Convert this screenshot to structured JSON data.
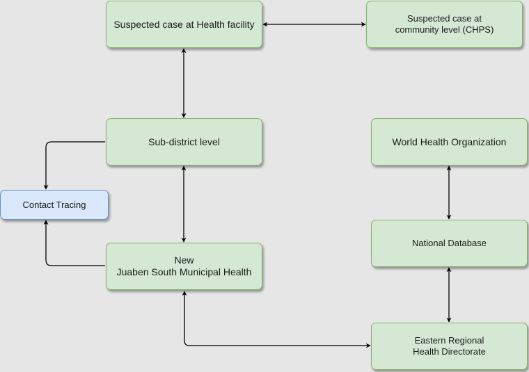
{
  "diagram": {
    "nodes": {
      "facility": {
        "label": "Suspected case at Health facility"
      },
      "chps": {
        "label": "Suspected case at\ncommunity level (CHPS)"
      },
      "subdist": {
        "label": "Sub-district level"
      },
      "who": {
        "label": "World Health Organization"
      },
      "contact": {
        "label": "Contact Tracing"
      },
      "municipal": {
        "label": "New\nJuaben South Municipal Health"
      },
      "national": {
        "label": "National Database"
      },
      "eastern": {
        "label": "Eastern Regional\nHealth Directorate"
      }
    },
    "edges": [
      {
        "from": "facility",
        "to": "chps",
        "direction": "both"
      },
      {
        "from": "facility",
        "to": "subdist",
        "direction": "both"
      },
      {
        "from": "subdist",
        "to": "municipal",
        "direction": "both"
      },
      {
        "from": "subdist",
        "to": "contact",
        "direction": "forward"
      },
      {
        "from": "municipal",
        "to": "contact",
        "direction": "forward"
      },
      {
        "from": "who",
        "to": "national",
        "direction": "both"
      },
      {
        "from": "national",
        "to": "eastern",
        "direction": "both"
      },
      {
        "from": "municipal",
        "to": "eastern",
        "direction": "both"
      }
    ],
    "colors": {
      "background": "#e6e6e6",
      "green_fill": "#d5e8d4",
      "green_stroke": "#82b366",
      "blue_fill": "#dae8fc",
      "blue_stroke": "#6c8ebf",
      "edge": "#000000"
    }
  }
}
